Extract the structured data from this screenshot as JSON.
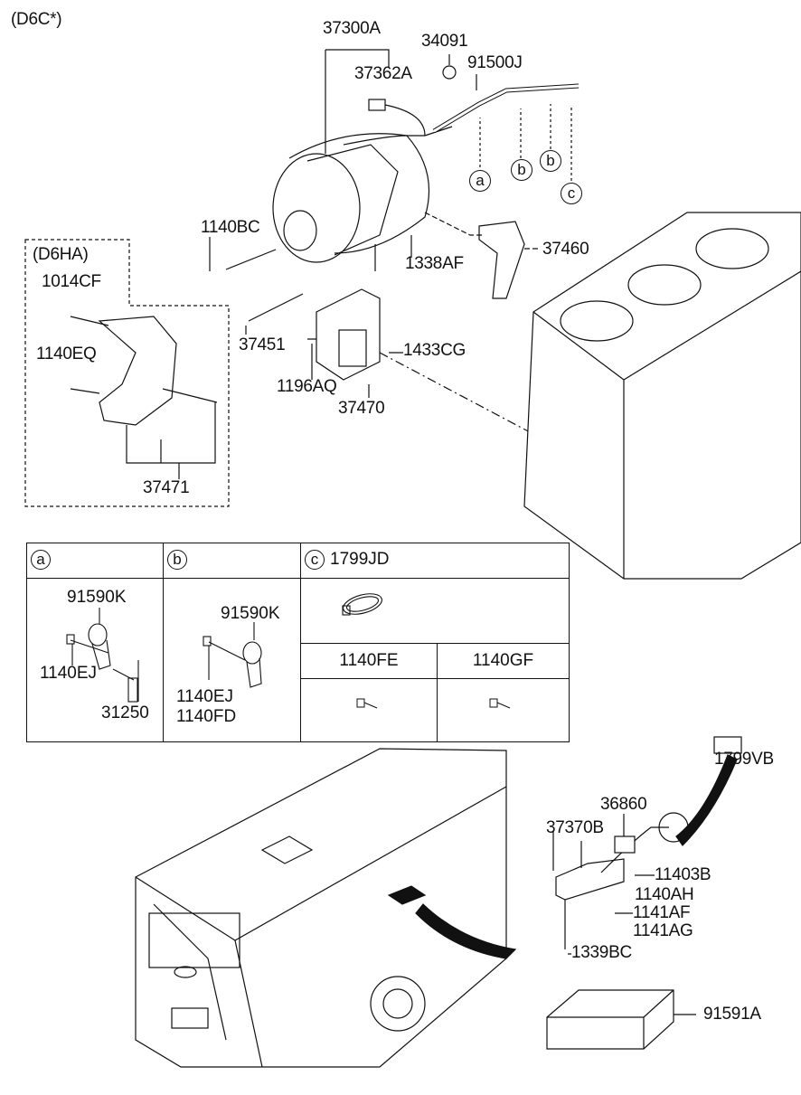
{
  "variant_top": "(D6C*)",
  "variant_box": "(D6HA)",
  "labels": {
    "p37300A": "37300A",
    "p34091": "34091",
    "p91500J": "91500J",
    "p37362A": "37362A",
    "p1140BC": "1140BC",
    "p1338AF": "1338AF",
    "p37460": "37460",
    "p1014CF": "1014CF",
    "p1140EQ": "1140EQ",
    "p37451": "37451",
    "p1196AQ": "1196AQ",
    "p1433CG": "1433CG",
    "p37470": "37470",
    "p37471": "37471",
    "p1799VB": "1799VB",
    "p36860": "36860",
    "p37370B": "37370B",
    "p11403B": "11403B",
    "p1140AH": "1140AH",
    "p1141AF": "1141AF",
    "p1141AG": "1141AG",
    "p1339BC": "1339BC",
    "p91591A": "91591A"
  },
  "callouts": [
    "a",
    "b",
    "b",
    "c"
  ],
  "legend": {
    "a": {
      "key": "a",
      "parts": [
        "91590K",
        "1140EJ",
        "31250"
      ]
    },
    "b": {
      "key": "b",
      "parts": [
        "91590K",
        "1140EJ",
        "1140FD"
      ]
    },
    "c": {
      "key": "c",
      "part": "1799JD"
    },
    "fe": "1140FE",
    "gf": "1140GF"
  }
}
